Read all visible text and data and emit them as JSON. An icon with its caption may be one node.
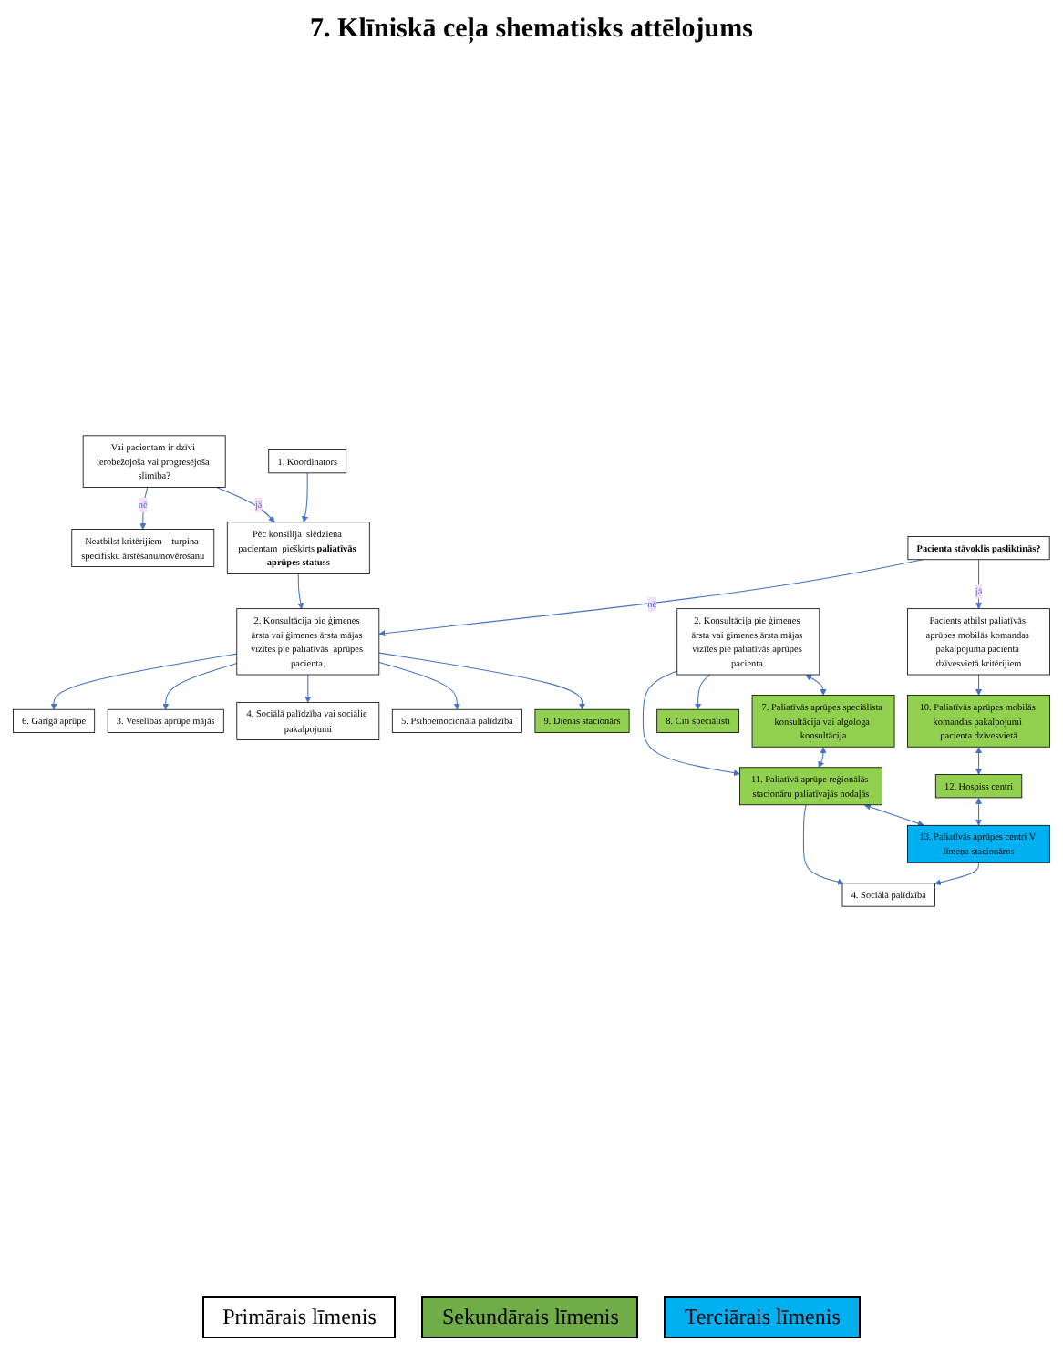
{
  "diagram": {
    "title": "7.  Klīniskā ceļa shematisks attēlojums",
    "nodes": [
      {
        "text": [
          "Vai pacientam ir dzīvi ierobežojoša vai progresējoša slimība?"
        ]
      },
      {
        "text": [
          "Neatbilst kritērijiem – turpina specifisku ārstēšanu/novērošanu"
        ]
      },
      {
        "text": [
          "Pēc konsīlija  slēdziena pacientam  piešķirts **paliatīvās aprūpes statuss**"
        ]
      },
      {
        "text": [
          "1.   Koordinators"
        ]
      },
      {
        "text": [
          "2. Konsultācija pie ģimenes ārsta vai ģimenes ārsta mājas vizītes pie paliatīvās  aprūpes pacienta."
        ]
      },
      {
        "text": [
          "6. Garīgā aprūpe"
        ]
      },
      {
        "text": [
          "3. Veselības aprūpe mājās"
        ]
      },
      {
        "text": [
          "4. Sociālā palīdzība vai sociālie pakalpojumi"
        ]
      },
      {
        "text": [
          "5. Psihoemocionālā palīdzība"
        ]
      },
      {
        "text": [
          "9. Dienas stacionārs"
        ]
      },
      {
        "text": [
          "Pacienta stāvoklis pasliktinās?"
        ]
      },
      {
        "text": [
          "7. Paliatīvās aprūpes speciālista konsultācija vai algologa konsultācija"
        ]
      },
      {
        "text": [
          "8. Citi speciālisti"
        ]
      },
      {
        "text": [
          "Pacients atbilst paliatīvās aprūpes mobilās komandas pakalpojuma pacienta dzīvesvietā kritērijiem"
        ]
      },
      {
        "text": [
          "2. Konsultācija pie ģimenes ārsta vai ģimenes ārsta mājas vizītes pie paliatīvās aprūpes pacienta."
        ]
      },
      {
        "text": [
          "10. Paliatīvās aprūpes mobilās komandas pakalpojumi pacienta dzīvesvietā"
        ]
      },
      {
        "text": [
          "11. Paliatīvā aprūpe reģionālās stacionāru paliatīvajās nodaļās"
        ]
      },
      {
        "text": [
          "12. Hospiss centri"
        ]
      },
      {
        "text": [
          "4. Sociālā palīdzība"
        ]
      },
      {
        "text": [
          "13. Paliatīvās aprūpes centri V līmeņa stacionāros"
        ]
      }
    ],
    "edges": [
      {
        "from": 0,
        "to": 1,
        "arrow": "to",
        "label": "nē"
      },
      {
        "from": 0,
        "to": 2,
        "arrow": "to",
        "label": "jā"
      },
      {
        "from": 3,
        "to": 2,
        "arrow": "to"
      },
      {
        "from": 2,
        "to": 4,
        "arrow": "to"
      },
      {
        "from": 4,
        "to": 5,
        "arrow": "to"
      },
      {
        "from": 4,
        "to": 6,
        "arrow": "to"
      },
      {
        "from": 4,
        "to": 7,
        "arrow": "to"
      },
      {
        "from": 4,
        "to": 8,
        "arrow": "to"
      },
      {
        "from": 4,
        "to": 9,
        "arrow": "to"
      },
      {
        "from": 10,
        "to": 4,
        "arrow": "to",
        "label": "nē"
      },
      {
        "from": 10,
        "to": 13,
        "arrow": "to",
        "label": "jā"
      },
      {
        "from": 14,
        "to": 11,
        "arrow": "both"
      },
      {
        "from": 14,
        "to": 12,
        "arrow": "to"
      },
      {
        "from": 14,
        "to": 16,
        "arrow": "to"
      },
      {
        "from": 11,
        "to": 16,
        "arrow": "both"
      },
      {
        "from": 13,
        "to": 15,
        "arrow": "to"
      },
      {
        "from": 15,
        "to": 17,
        "arrow": "both"
      },
      {
        "from": 16,
        "to": 19,
        "arrow": "both"
      },
      {
        "from": 16,
        "to": 18,
        "arrow": "to"
      },
      {
        "from": 19,
        "to": 18,
        "arrow": "to"
      },
      {
        "from": 17,
        "to": 19,
        "arrow": "both"
      }
    ],
    "legend": [
      {
        "text": "Primārais līmenis",
        "color": "#ffffff"
      },
      {
        "text": "Sekundārais līmenis",
        "color": "#70ad47"
      },
      {
        "text": "Terciārais līmenis",
        "color": "#00b0f0"
      }
    ]
  }
}
